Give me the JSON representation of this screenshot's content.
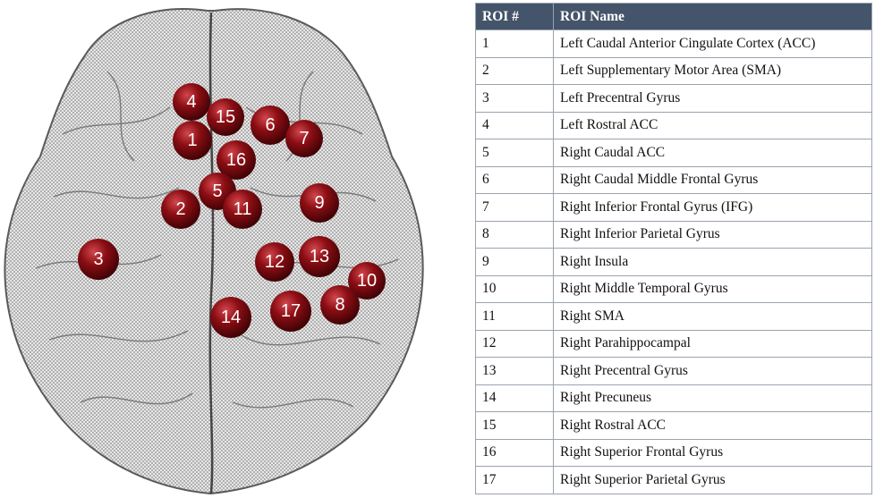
{
  "figure": {
    "rois": [
      {
        "label": "1"
      },
      {
        "label": "2"
      },
      {
        "label": "3"
      },
      {
        "label": "4"
      },
      {
        "label": "5"
      },
      {
        "label": "6"
      },
      {
        "label": "7"
      },
      {
        "label": "8"
      },
      {
        "label": "9"
      },
      {
        "label": "10"
      },
      {
        "label": "11"
      },
      {
        "label": "12"
      },
      {
        "label": "13"
      },
      {
        "label": "14"
      },
      {
        "label": "15"
      },
      {
        "label": "16"
      },
      {
        "label": "17"
      }
    ],
    "sphere_color": "#8b0e14",
    "mesh_color": "#555555"
  },
  "table": {
    "headers": {
      "num": "ROI #",
      "name": "ROI Name"
    },
    "header_bg": "#44546a",
    "rows": [
      {
        "num": "1",
        "name": "Left Caudal Anterior Cingulate Cortex (ACC)"
      },
      {
        "num": "2",
        "name": "Left Supplementary Motor Area (SMA)"
      },
      {
        "num": "3",
        "name": "Left Precentral Gyrus"
      },
      {
        "num": "4",
        "name": "Left Rostral ACC"
      },
      {
        "num": "5",
        "name": "Right Caudal ACC"
      },
      {
        "num": "6",
        "name": "Right Caudal Middle Frontal Gyrus"
      },
      {
        "num": "7",
        "name": "Right Inferior Frontal Gyrus (IFG)"
      },
      {
        "num": "8",
        "name": "Right Inferior Parietal Gyrus"
      },
      {
        "num": "9",
        "name": "Right Insula"
      },
      {
        "num": "10",
        "name": "Right Middle Temporal Gyrus"
      },
      {
        "num": "11",
        "name": "Right SMA"
      },
      {
        "num": "12",
        "name": "Right Parahippocampal"
      },
      {
        "num": "13",
        "name": "Right Precentral Gyrus"
      },
      {
        "num": "14",
        "name": "Right Precuneus"
      },
      {
        "num": "15",
        "name": "Right Rostral ACC"
      },
      {
        "num": "16",
        "name": "Right Superior Frontal Gyrus"
      },
      {
        "num": "17",
        "name": "Right Superior Parietal Gyrus"
      }
    ]
  }
}
